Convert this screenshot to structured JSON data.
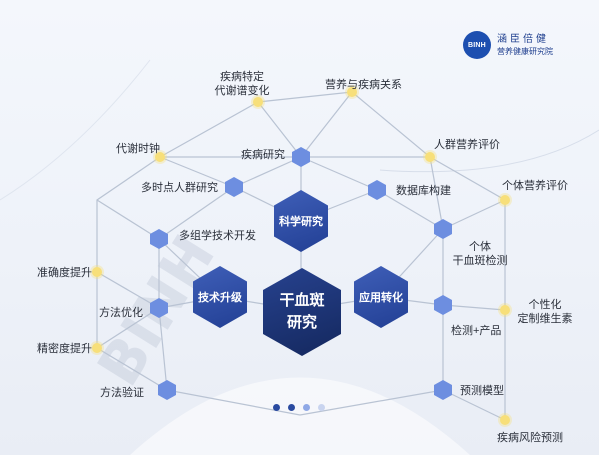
{
  "logo": {
    "mark": "BINH",
    "line1": "涵臣倍健",
    "line2": "营养健康研究院"
  },
  "center": {
    "line1": "干血斑",
    "line2": "研究"
  },
  "pillars": {
    "science": "科学研究",
    "tech": "技术升级",
    "application": "应用转化"
  },
  "inner_labels": {
    "disease_research": "疾病研究",
    "multi_timepoint": "多时点人群研究",
    "multi_omics": "多组学技术开发",
    "database": "数据库构建",
    "individual_dbs_1": "个体",
    "individual_dbs_2": "干血斑检测",
    "method_optimize": "方法优化",
    "method_validate": "方法验证",
    "detect_product": "检测+产品",
    "prediction_model": "预测模型"
  },
  "outer_labels": {
    "metabolic_1": "疾病特定",
    "metabolic_2": "代谢谱变化",
    "nutrition_disease": "营养与疾病关系",
    "metabolic_clock": "代谢时钟",
    "population_nutrition": "人群营养评价",
    "individual_nutrition": "个体营养评价",
    "accuracy": "准确度提升",
    "precision": "精密度提升",
    "personalized_1": "个性化",
    "personalized_2": "定制维生素",
    "disease_risk": "疾病风险预测"
  },
  "pager": {
    "count": 4,
    "colors": [
      "#2a4aa0",
      "#2a4aa0",
      "#8fa8e6",
      "#c9d4ef"
    ]
  },
  "colors": {
    "core": "#1b3170",
    "pillar": "#2f4ea6",
    "node": "#6d8ee0",
    "dot": "#f7df7a",
    "line": "#b9c3d3"
  }
}
